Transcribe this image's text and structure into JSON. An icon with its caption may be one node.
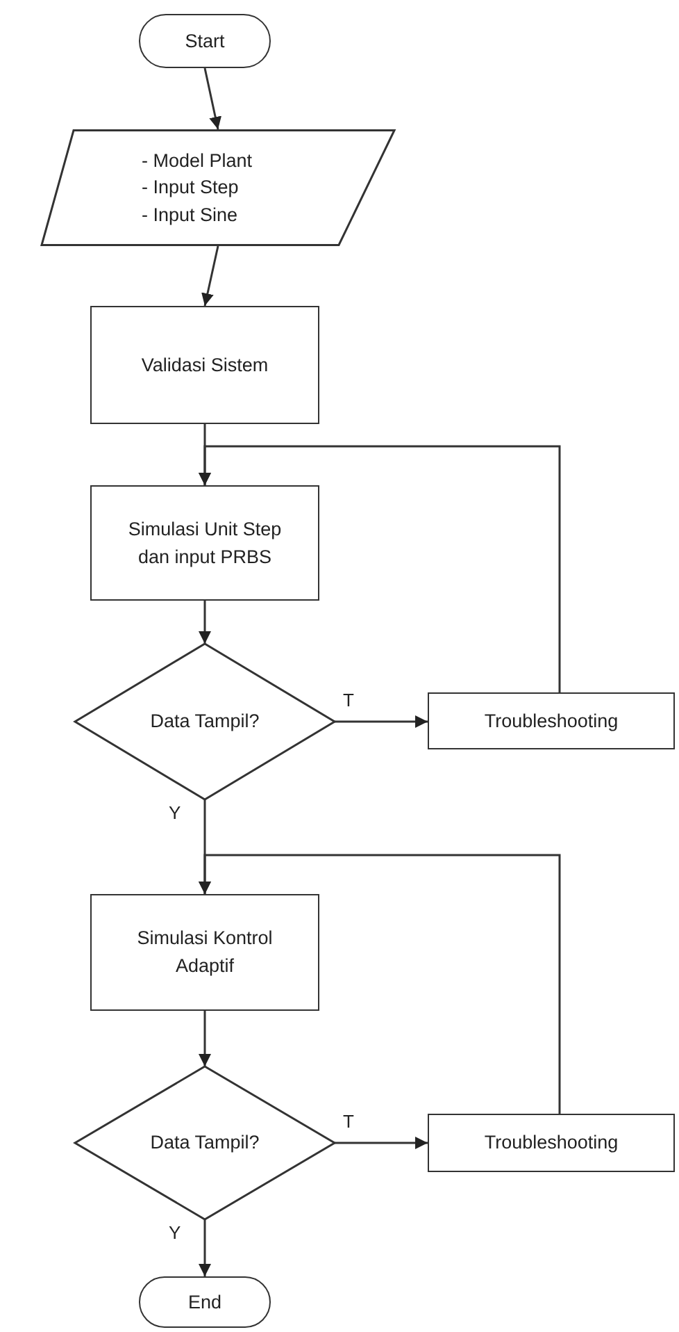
{
  "diagram": {
    "nodes": [
      {
        "text": [
          "Start"
        ]
      },
      {
        "text": [
          "- Model Plant",
          "- Input Step",
          "- Input Sine"
        ]
      },
      {
        "text": [
          "Validasi Sistem"
        ]
      },
      {
        "text": [
          "Simulasi Unit Step dan input PRBS"
        ]
      },
      {
        "text": [
          "Data Tampil?"
        ]
      },
      {
        "text": [
          "Troubleshooting"
        ]
      },
      {
        "text": [
          "Simulasi Kontrol Adaptif"
        ]
      },
      {
        "text": [
          "Data Tampil?"
        ]
      },
      {
        "text": [
          "Troubleshooting"
        ]
      },
      {
        "text": [
          "End"
        ]
      }
    ],
    "edges": [
      {
        "from": 0,
        "to": 1,
        "arrow": "to"
      },
      {
        "from": 1,
        "to": 2,
        "arrow": "to"
      },
      {
        "from": 2,
        "to": 3,
        "arrow": "to"
      },
      {
        "from": 3,
        "to": 4,
        "arrow": "to"
      },
      {
        "from": 4,
        "to": 5,
        "arrow": "to",
        "label": "T"
      },
      {
        "from": 4,
        "to": 6,
        "arrow": "to",
        "label": "Y"
      },
      {
        "from": 5,
        "to": 3,
        "arrow": "to"
      },
      {
        "from": 6,
        "to": 7,
        "arrow": "to"
      },
      {
        "from": 7,
        "to": 8,
        "arrow": "to",
        "label": "T"
      },
      {
        "from": 7,
        "to": 9,
        "arrow": "to",
        "label": "Y"
      },
      {
        "from": 8,
        "to": 6,
        "arrow": "to"
      }
    ]
  }
}
